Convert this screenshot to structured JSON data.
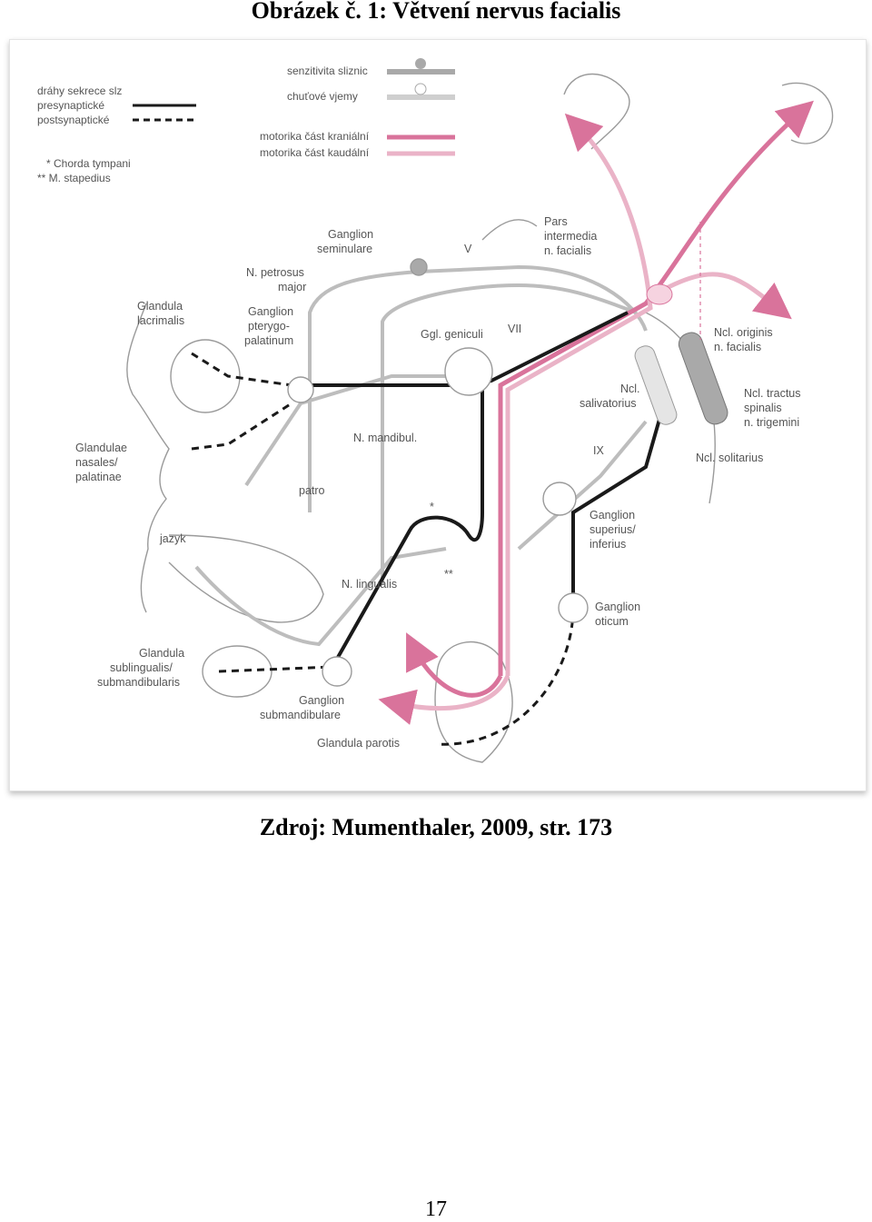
{
  "page": {
    "title": "Obrázek č. 1: Větvení nervus facialis",
    "source": "Zdroj: Mumenthaler, 2009, str. 173",
    "page_number": "17"
  },
  "colors": {
    "black": "#1a1a1a",
    "gray": "#a9a9a9",
    "light_gray": "#cfcfcf",
    "pink": "#d9739b",
    "light_pink": "#eab3c7",
    "outline": "#9a9a9a"
  },
  "legend": {
    "secretion_title": "dráhy sekrece slz",
    "presynaptic": "presynaptické",
    "postsynaptic": "postsynaptické",
    "note1": "* Chorda tympani",
    "note2": "** M. stapedius",
    "sensitivity": "senzitivita sliznic",
    "taste": "chuťové vjemy",
    "motor_cranial": "motorika část kraniální",
    "motor_caudal": "motorika část kaudální"
  },
  "labels": {
    "ganglion_seminulare_1": "Ganglion",
    "ganglion_seminulare_2": "seminulare",
    "v": "V",
    "pars_1": "Pars",
    "pars_2": "intermedia",
    "pars_3": "n. facialis",
    "petrosus_1": "N. petrosus",
    "petrosus_2": "major",
    "glandula_lac_1": "Glandula",
    "glandula_lac_2": "lacrimalis",
    "ganglion_ptp_1": "Ganglion",
    "ganglion_ptp_2": "pterygo-",
    "ganglion_ptp_3": "palatinum",
    "ggl_geniculi": "Ggl. geniculi",
    "vii": "VII",
    "ncl_originis_1": "Ncl. originis",
    "ncl_originis_2": "n. facialis",
    "ncl_salivatorius_1": "Ncl.",
    "ncl_salivatorius_2": "salivatorius",
    "ncl_tractus_1": "Ncl. tractus",
    "ncl_tractus_2": "spinalis",
    "ncl_tractus_3": "n. trigemini",
    "n_mandibul": "N. mandibul.",
    "glandulae_nasales_1": "Glandulae",
    "glandulae_nasales_2": "nasales/",
    "glandulae_nasales_3": "palatinae",
    "ix": "IX",
    "ncl_solitarius": "Ncl. solitarius",
    "patro": "patro",
    "ganglion_sup_1": "Ganglion",
    "ganglion_sup_2": "superius/",
    "ganglion_sup_3": "inferius",
    "jazyk": "jazyk",
    "star": "*",
    "double_star": "**",
    "n_lingualis": "N. lingualis",
    "ganglion_oticum_1": "Ganglion",
    "ganglion_oticum_2": "oticum",
    "glandula_sub_1": "Glandula",
    "glandula_sub_2": "sublingualis/",
    "glandula_sub_3": "submandibularis",
    "ganglion_subm_1": "Ganglion",
    "ganglion_subm_2": "submandibulare",
    "glandula_parotis": "Glandula parotis"
  }
}
